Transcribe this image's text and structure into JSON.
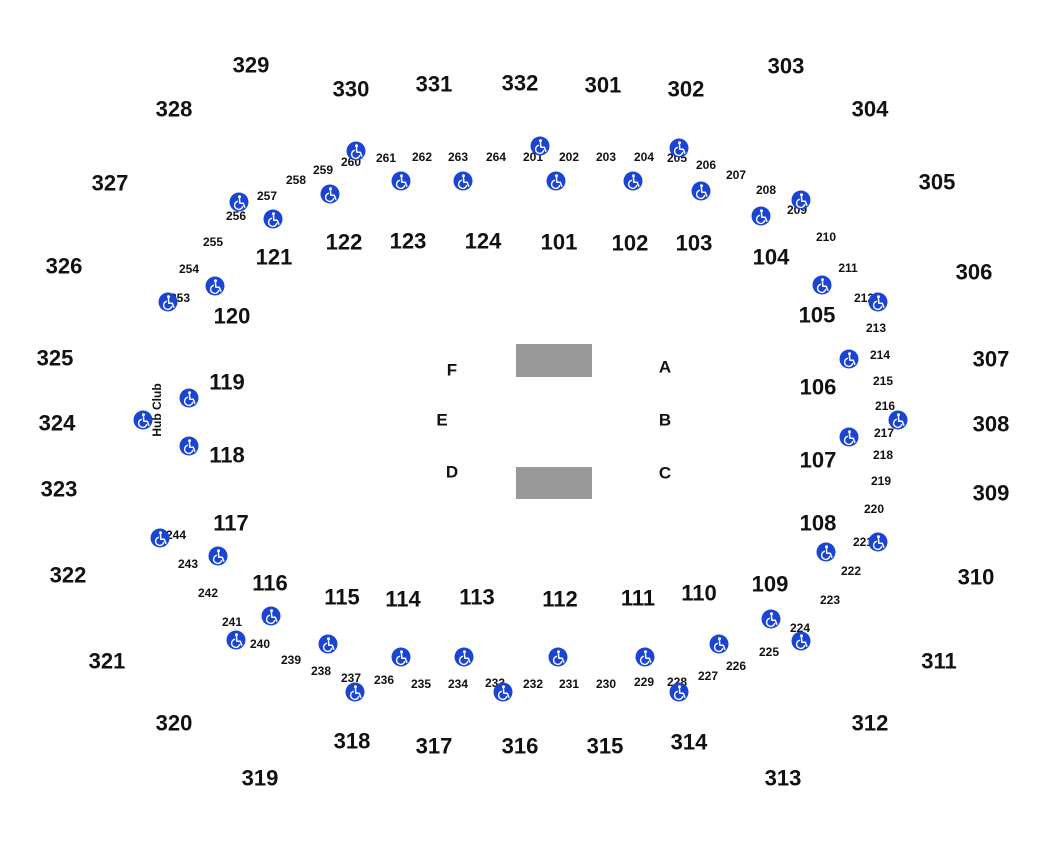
{
  "colors": {
    "background": "#ffffff",
    "text": "#111111",
    "accessible": "#1a45d4",
    "stage": "#999999"
  },
  "floor_sections": [
    "A",
    "B",
    "C",
    "D",
    "E",
    "F"
  ],
  "lower_bowl": [
    "101",
    "102",
    "103",
    "104",
    "105",
    "106",
    "107",
    "108",
    "109",
    "110",
    "111",
    "112",
    "113",
    "114",
    "115",
    "116",
    "117",
    "118",
    "119",
    "120",
    "121",
    "122",
    "123",
    "124"
  ],
  "club_level": [
    "201",
    "202",
    "203",
    "204",
    "205",
    "206",
    "207",
    "208",
    "209",
    "210",
    "211",
    "212",
    "213",
    "214",
    "215",
    "216",
    "217",
    "218",
    "219",
    "220",
    "221",
    "222",
    "223",
    "224",
    "225",
    "226",
    "227",
    "228",
    "229",
    "230",
    "231",
    "232",
    "233",
    "234",
    "235",
    "236",
    "237",
    "238",
    "239",
    "240",
    "241",
    "242",
    "243",
    "244",
    "253",
    "254",
    "255",
    "256",
    "257",
    "258",
    "259",
    "260",
    "261",
    "262",
    "263",
    "264"
  ],
  "upper_bowl": [
    "301",
    "302",
    "303",
    "304",
    "305",
    "306",
    "307",
    "308",
    "309",
    "310",
    "311",
    "312",
    "313",
    "314",
    "315",
    "316",
    "317",
    "318",
    "319",
    "320",
    "321",
    "322",
    "323",
    "324",
    "325",
    "326",
    "327",
    "328",
    "329",
    "330",
    "331",
    "332"
  ],
  "hub_club_label": "Hub Club",
  "accessible_icon": "wheelchair-icon",
  "stage_icon": "stage-block"
}
